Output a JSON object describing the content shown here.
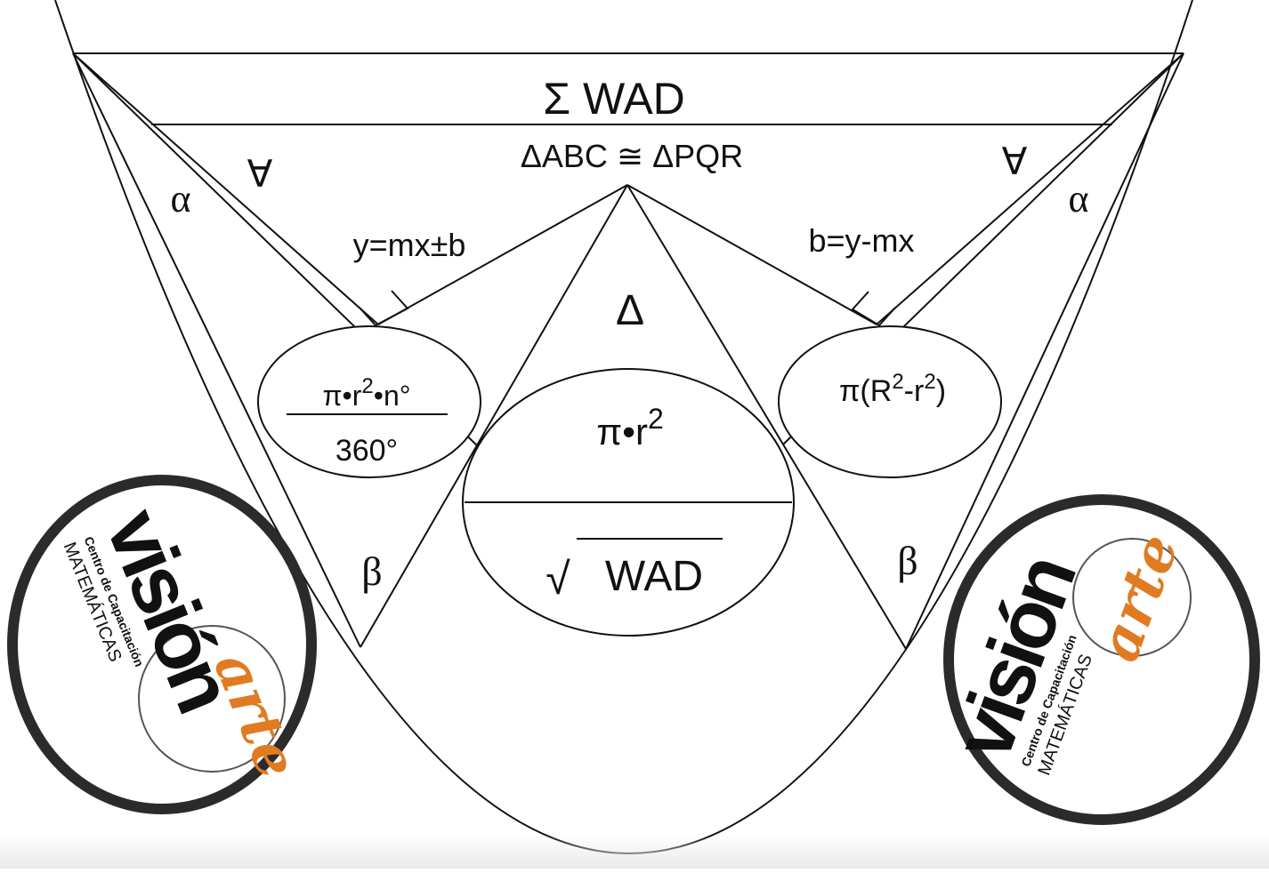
{
  "diagram": {
    "top_formula": "Σ WAD",
    "congruence": "ΔABC ≅ ΔPQR",
    "left_alpha": "α",
    "right_alpha": "α",
    "left_forall": "∀",
    "right_forall": "∀",
    "left_equation": "y=mx±b",
    "right_equation": "b=y-mx",
    "triangle_symbol": "Δ",
    "left_circle": {
      "numerator_pi": "π•r",
      "numerator_exp": "2",
      "numerator_rest": "•n°",
      "denominator": "360°"
    },
    "center_circle": {
      "area_base": "π•r",
      "area_exp": "2",
      "root_symbol": "√",
      "root_text": "WAD"
    },
    "right_circle": {
      "a": "π(R",
      "exp1": "2",
      "b": "-r",
      "exp2": "2",
      "c": ")"
    },
    "left_beta": "β",
    "right_beta": "β"
  },
  "logos": {
    "left": {
      "main": "visión",
      "script": "arte",
      "sub1": "Centro de Capacitación",
      "sub2": "MATEMÁTICAS"
    },
    "right": {
      "main": "visión",
      "script": "arte",
      "sub1": "Centro de Capacitación",
      "sub2": "MATEMÁTICAS"
    }
  },
  "colors": {
    "ink": "#111111",
    "accent": "#e07b22",
    "logo_ring": "#2b2b2b"
  }
}
